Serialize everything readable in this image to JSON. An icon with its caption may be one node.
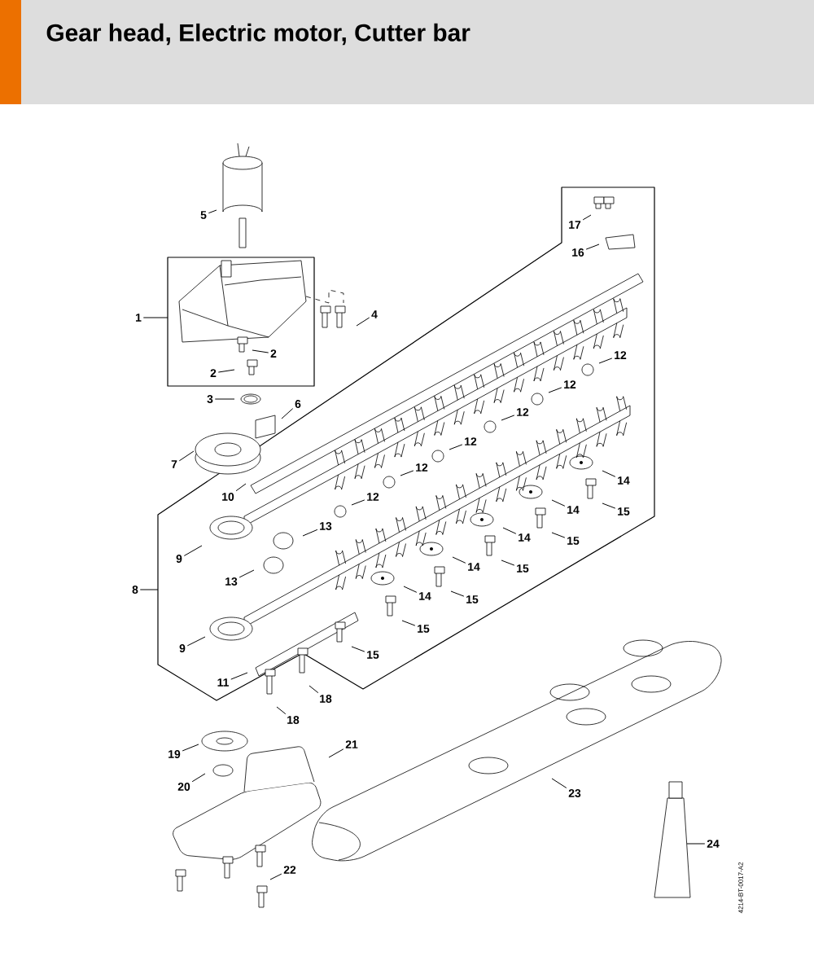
{
  "diagram": {
    "title": "Gear head, Electric motor, Cutter bar",
    "nodes": [
      {
        "text": [
          "5"
        ]
      },
      {
        "text": [
          "17"
        ]
      },
      {
        "text": [
          "16"
        ]
      },
      {
        "text": [
          "1"
        ]
      },
      {
        "text": [
          "4"
        ]
      },
      {
        "text": [
          "2"
        ]
      },
      {
        "text": [
          "2"
        ]
      },
      {
        "text": [
          "3"
        ]
      },
      {
        "text": [
          "6"
        ]
      },
      {
        "text": [
          "7"
        ]
      },
      {
        "text": [
          "10"
        ]
      },
      {
        "text": [
          "12"
        ]
      },
      {
        "text": [
          "12"
        ]
      },
      {
        "text": [
          "12"
        ]
      },
      {
        "text": [
          "12"
        ]
      },
      {
        "text": [
          "12"
        ]
      },
      {
        "text": [
          "12"
        ]
      },
      {
        "text": [
          "13"
        ]
      },
      {
        "text": [
          "13"
        ]
      },
      {
        "text": [
          "14"
        ]
      },
      {
        "text": [
          "14"
        ]
      },
      {
        "text": [
          "14"
        ]
      },
      {
        "text": [
          "14"
        ]
      },
      {
        "text": [
          "14"
        ]
      },
      {
        "text": [
          "15"
        ]
      },
      {
        "text": [
          "15"
        ]
      },
      {
        "text": [
          "15"
        ]
      },
      {
        "text": [
          "15"
        ]
      },
      {
        "text": [
          "15"
        ]
      },
      {
        "text": [
          "15"
        ]
      },
      {
        "text": [
          "9"
        ]
      },
      {
        "text": [
          "9"
        ]
      },
      {
        "text": [
          "8"
        ]
      },
      {
        "text": [
          "11"
        ]
      },
      {
        "text": [
          "18"
        ]
      },
      {
        "text": [
          "18"
        ]
      },
      {
        "text": [
          "19"
        ]
      },
      {
        "text": [
          "20"
        ]
      },
      {
        "text": [
          "21"
        ]
      },
      {
        "text": [
          "22"
        ]
      },
      {
        "text": [
          "23"
        ]
      },
      {
        "text": [
          "24"
        ]
      }
    ],
    "edges": [
      {
        "from": 0,
        "to": null,
        "arrow": "none"
      },
      {
        "from": 1,
        "to": null,
        "arrow": "none"
      },
      {
        "from": 2,
        "to": null,
        "arrow": "none"
      },
      {
        "from": 3,
        "to": null,
        "arrow": "none"
      },
      {
        "from": 4,
        "to": null,
        "arrow": "none"
      },
      {
        "from": 5,
        "to": null,
        "arrow": "none"
      },
      {
        "from": 6,
        "to": null,
        "arrow": "none"
      },
      {
        "from": 7,
        "to": null,
        "arrow": "none"
      },
      {
        "from": 8,
        "to": null,
        "arrow": "none"
      },
      {
        "from": 9,
        "to": null,
        "arrow": "none"
      },
      {
        "from": 10,
        "to": null,
        "arrow": "none"
      },
      {
        "from": 11,
        "to": null,
        "arrow": "none"
      },
      {
        "from": 12,
        "to": null,
        "arrow": "none"
      },
      {
        "from": 13,
        "to": null,
        "arrow": "none"
      },
      {
        "from": 14,
        "to": null,
        "arrow": "none"
      },
      {
        "from": 15,
        "to": null,
        "arrow": "none"
      },
      {
        "from": 16,
        "to": null,
        "arrow": "none"
      },
      {
        "from": 17,
        "to": null,
        "arrow": "none"
      },
      {
        "from": 18,
        "to": null,
        "arrow": "none"
      },
      {
        "from": 19,
        "to": null,
        "arrow": "none"
      },
      {
        "from": 20,
        "to": null,
        "arrow": "none"
      },
      {
        "from": 21,
        "to": null,
        "arrow": "none"
      },
      {
        "from": 22,
        "to": null,
        "arrow": "none"
      },
      {
        "from": 23,
        "to": null,
        "arrow": "none"
      },
      {
        "from": 24,
        "to": null,
        "arrow": "none"
      },
      {
        "from": 25,
        "to": null,
        "arrow": "none"
      },
      {
        "from": 26,
        "to": null,
        "arrow": "none"
      },
      {
        "from": 27,
        "to": null,
        "arrow": "none"
      },
      {
        "from": 28,
        "to": null,
        "arrow": "none"
      },
      {
        "from": 29,
        "to": null,
        "arrow": "none"
      },
      {
        "from": 30,
        "to": null,
        "arrow": "none"
      },
      {
        "from": 31,
        "to": null,
        "arrow": "none"
      },
      {
        "from": 32,
        "to": null,
        "arrow": "none"
      },
      {
        "from": 33,
        "to": null,
        "arrow": "none"
      },
      {
        "from": 34,
        "to": null,
        "arrow": "none"
      },
      {
        "from": 35,
        "to": null,
        "arrow": "none"
      },
      {
        "from": 36,
        "to": null,
        "arrow": "none"
      },
      {
        "from": 37,
        "to": null,
        "arrow": "none"
      },
      {
        "from": 38,
        "to": null,
        "arrow": "none"
      },
      {
        "from": 39,
        "to": null,
        "arrow": "none"
      },
      {
        "from": 40,
        "to": null,
        "arrow": "none"
      },
      {
        "from": 41,
        "to": null,
        "arrow": "none"
      }
    ],
    "labels": [
      "4214-BT-0017-A2"
    ]
  }
}
